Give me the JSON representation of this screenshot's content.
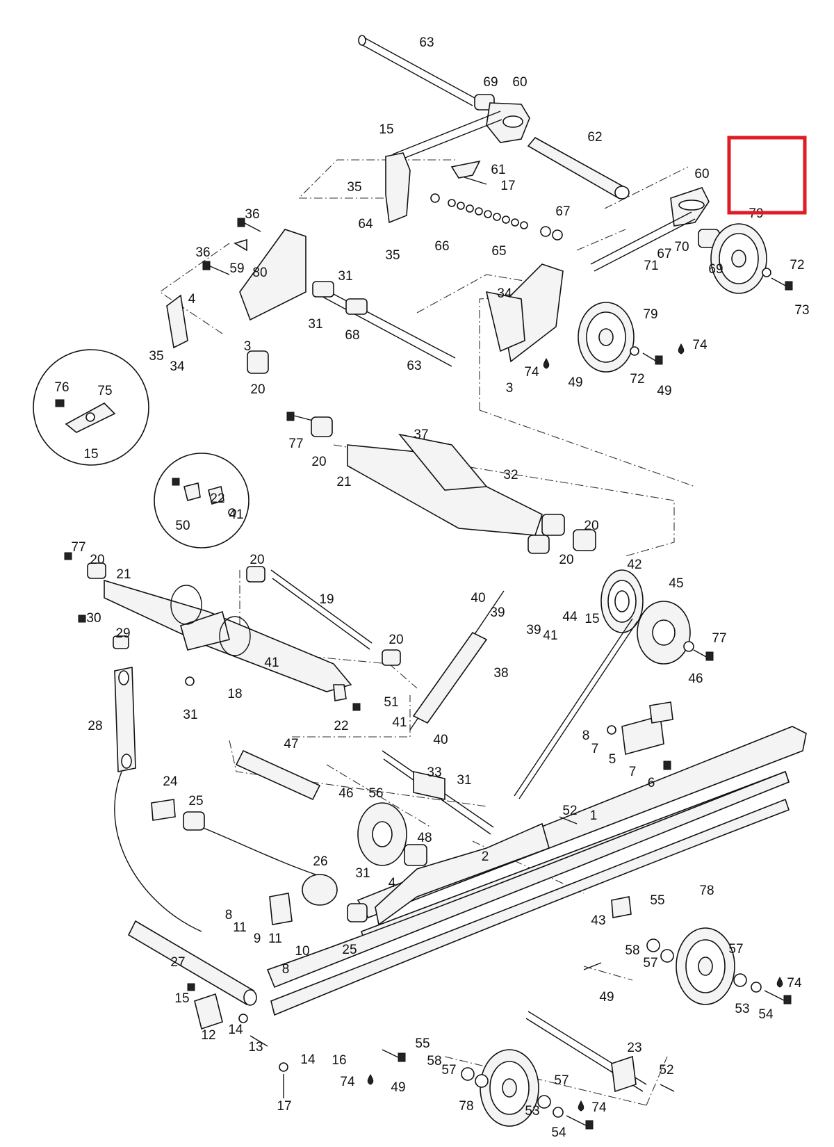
{
  "diagram": {
    "type": "exploded-parts-view",
    "highlight_label": "79",
    "highlight_color": "#e01b24",
    "line_color": "#111111",
    "callouts": {
      "c63a": "63",
      "c69a": "69",
      "c60a": "60",
      "c15a": "15",
      "c62": "62",
      "c61": "61",
      "c17a": "17",
      "c35a": "35",
      "c60b": "60",
      "c79hl": "79",
      "c36a": "36",
      "c64": "64",
      "c67a": "67",
      "c66": "66",
      "c65": "65",
      "c35b": "35",
      "c59": "59",
      "c80": "80",
      "c36b": "36",
      "c31a": "31",
      "c67b": "67",
      "c70": "70",
      "c71": "71",
      "c69b": "69",
      "c72a": "72",
      "c73": "73",
      "c4a": "4",
      "c34a": "34",
      "c31b": "31",
      "c79b": "79",
      "c68": "68",
      "c35c": "35",
      "c34b": "34",
      "c3a": "3",
      "c63b": "63",
      "c74a": "74",
      "c74b": "74",
      "c72b": "72",
      "c49a": "49",
      "c49b": "49",
      "c3b": "3",
      "c20a": "20",
      "c76": "76",
      "c75": "75",
      "c15b": "15",
      "c77a": "77",
      "c37": "37",
      "c20b": "20",
      "c21a": "21",
      "c32": "32",
      "c22a": "22",
      "c50": "50",
      "c41a": "41",
      "c20c": "20",
      "c20d": "20",
      "c77b": "77",
      "c20e": "20",
      "c21b": "21",
      "c20f": "20",
      "c19": "19",
      "c42": "42",
      "c45": "45",
      "c40a": "40",
      "c39a": "39",
      "c44": "44",
      "c15c": "15",
      "c39b": "39",
      "c41b": "41",
      "c30": "30",
      "c29": "29",
      "c20g": "20",
      "c77c": "77",
      "c41c": "41",
      "c18": "18",
      "c38": "38",
      "c46a": "46",
      "c31c": "31",
      "c51": "51",
      "c22b": "22",
      "c28": "28",
      "c41d": "41",
      "c40b": "40",
      "c8a": "8",
      "c7a": "7",
      "c5": "5",
      "c7b": "7",
      "c6": "6",
      "c47": "47",
      "c33": "33",
      "c31d": "31",
      "c24": "24",
      "c25a": "25",
      "c46b": "46",
      "c56": "56",
      "c52a": "52",
      "c1": "1",
      "c48": "48",
      "c2": "2",
      "c26": "26",
      "c31e": "31",
      "c4b": "4",
      "c78a": "78",
      "c43": "43",
      "c55a": "55",
      "c8b": "8",
      "c11a": "11",
      "c9": "9",
      "c11b": "11",
      "c10": "10",
      "c25b": "25",
      "c58a": "58",
      "c57a": "57",
      "c57b": "57",
      "c27": "27",
      "c8c": "8",
      "c49c": "49",
      "c74c": "74",
      "c53a": "53",
      "c54a": "54",
      "c15d": "15",
      "c12": "12",
      "c14a": "14",
      "c13": "13",
      "c55b": "55",
      "c23": "23",
      "c58b": "58",
      "c57c": "57",
      "c14b": "14",
      "c16": "16",
      "c74d": "74",
      "c49d": "49",
      "c52b": "52",
      "c57d": "57",
      "c78b": "78",
      "c53b": "53",
      "c74e": "74",
      "c17b": "17",
      "c54b": "54"
    }
  }
}
